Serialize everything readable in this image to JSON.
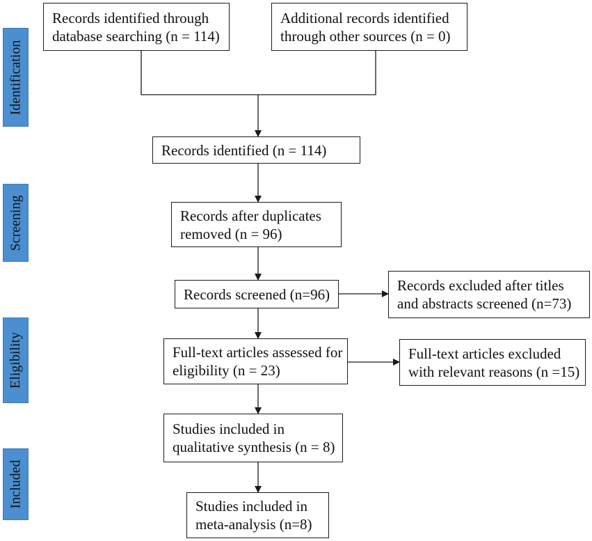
{
  "phases": [
    {
      "key": "identification",
      "label": "Identification"
    },
    {
      "key": "screening",
      "label": "Screening"
    },
    {
      "key": "eligibility",
      "label": "Eligibility"
    },
    {
      "key": "included",
      "label": "Included"
    }
  ],
  "boxes": {
    "database_search": {
      "line1": "Records identified through",
      "line2": "database searching (n = 114)"
    },
    "other_sources": {
      "line1": "Additional records identified",
      "line2": "through other sources (n = 0)"
    },
    "identified": {
      "line1": "Records identified (n = 114)"
    },
    "after_duplicates": {
      "line1": "Records after duplicates",
      "line2": "removed (n = 96)"
    },
    "screened": {
      "line1": "Records screened (n=96)"
    },
    "excluded_titles": {
      "line1": "Records excluded after titles",
      "line2": "and abstracts screened (n=73)"
    },
    "fulltext_assessed": {
      "line1": "Full-text articles assessed for",
      "line2": "eligibility (n = 23)"
    },
    "fulltext_excluded": {
      "line1": "Full-text articles excluded",
      "line2": "with relevant reasons (n =15)"
    },
    "qualitative": {
      "line1": "Studies included in",
      "line2": "qualitative synthesis (n = 8)"
    },
    "meta_analysis": {
      "line1": "Studies included in",
      "line2": "meta-analysis (n=8)"
    }
  }
}
